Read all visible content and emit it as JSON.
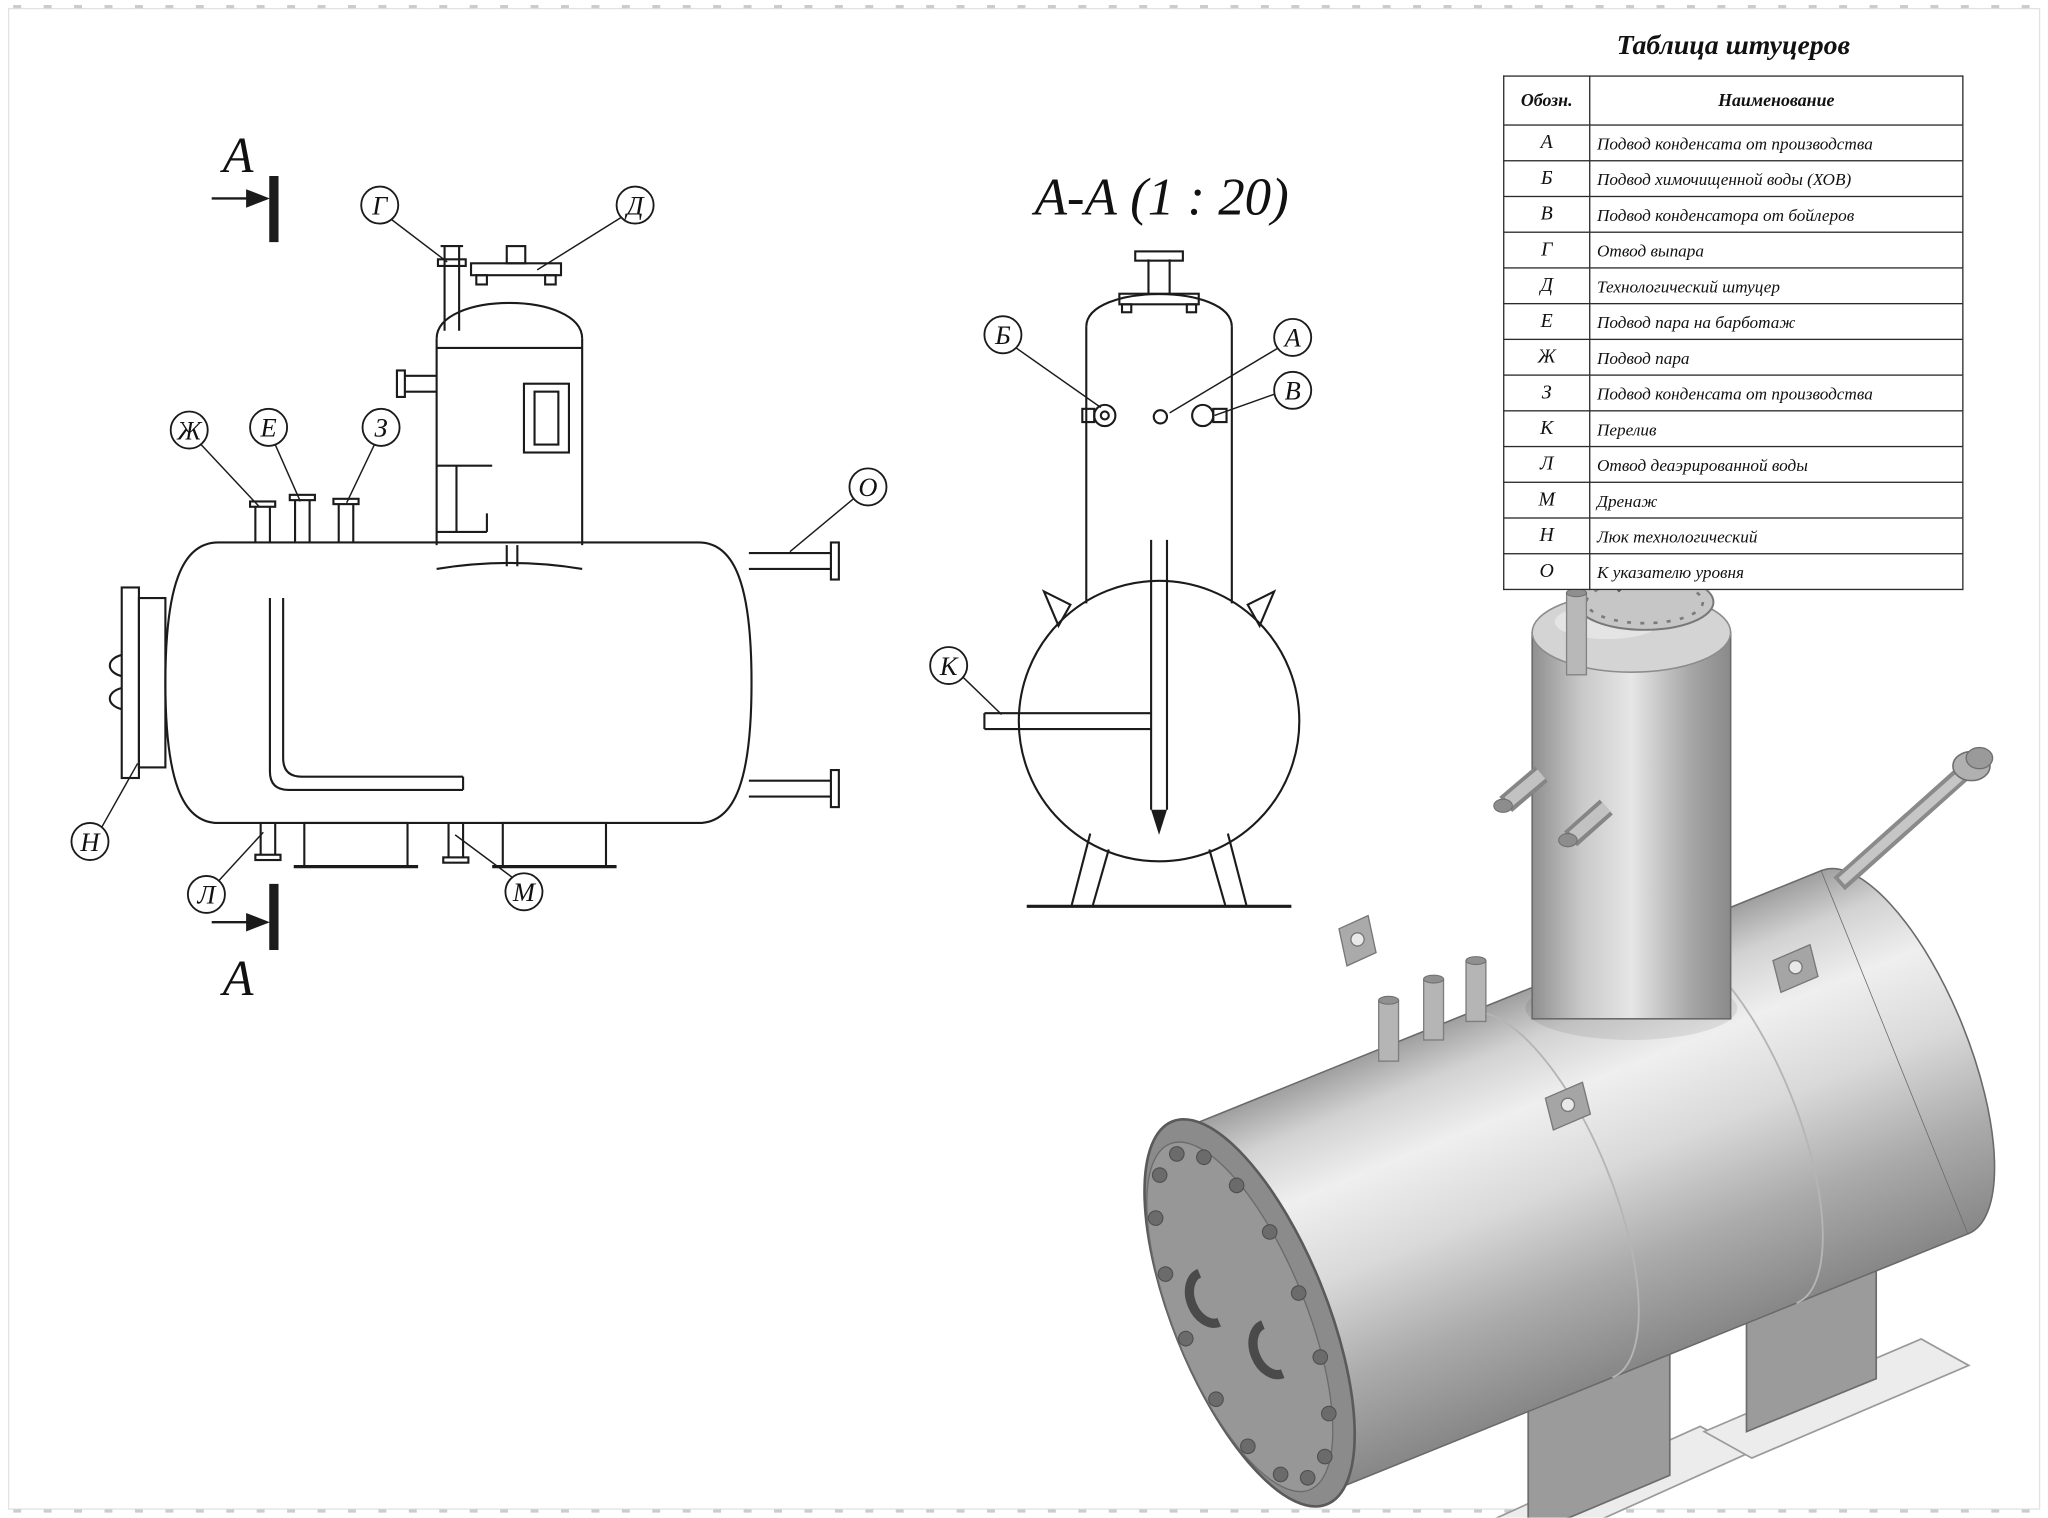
{
  "nozzle_table": {
    "title": "Таблица штуцеров",
    "col_designation": "Обозн.",
    "col_name": "Наименование",
    "rows": [
      {
        "d": "А",
        "n": "Подвод конденсата от производства"
      },
      {
        "d": "Б",
        "n": "Подвод химочищенной воды (ХОВ)"
      },
      {
        "d": "В",
        "n": "Подвод конденсатора от бойлеров"
      },
      {
        "d": "Г",
        "n": "Отвод выпара"
      },
      {
        "d": "Д",
        "n": "Технологический штуцер"
      },
      {
        "d": "Е",
        "n": "Подвод пара на барботаж"
      },
      {
        "d": "Ж",
        "n": "Подвод пара"
      },
      {
        "d": "З",
        "n": "Подвод конденсата от производства"
      },
      {
        "d": "К",
        "n": "Перелив"
      },
      {
        "d": "Л",
        "n": "Отвод деаэрированной воды"
      },
      {
        "d": "М",
        "n": "Дренаж"
      },
      {
        "d": "Н",
        "n": "Люк технологический"
      },
      {
        "d": "О",
        "n": "К указателю уровня"
      }
    ]
  },
  "side_view": {
    "section_label_top": "А",
    "section_label_bottom": "А",
    "callouts": {
      "g": "Г",
      "d": "Д",
      "zh": "Ж",
      "e": "Е",
      "z": "З",
      "o": "О",
      "n": "Н",
      "l": "Л",
      "m": "М"
    }
  },
  "section_view": {
    "title": "А-А (1 : 20)",
    "callouts": {
      "b": "Б",
      "a": "А",
      "v": "В",
      "k": "К"
    }
  },
  "colors": {
    "line": "#1b1b1b",
    "metal_light": "#e9e9e9",
    "metal_mid": "#c0c0c0",
    "metal_dark": "#878787"
  }
}
